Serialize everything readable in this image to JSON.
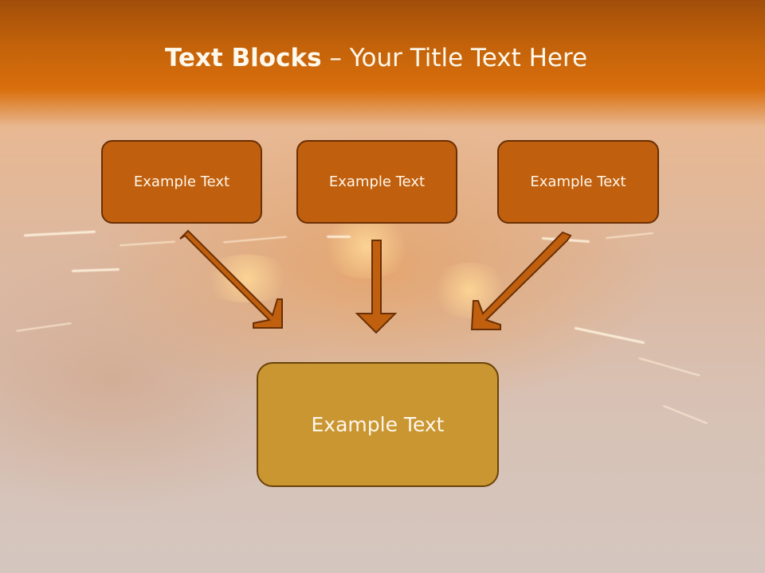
{
  "slide": {
    "title_bold": "Text Blocks",
    "title_dash": " – ",
    "title_rest": "Your Title Text Here",
    "blocks": [
      {
        "label": "Example Text"
      },
      {
        "label": "Example Text"
      },
      {
        "label": "Example Text"
      }
    ],
    "main_block": {
      "label": "Example Text"
    }
  },
  "colors": {
    "header": "#d96e0c",
    "block": "#c0600e",
    "block_border": "#6a2f05",
    "main_block": "#c99632",
    "arrow": "#c0600e",
    "title_text": "#fff8ec"
  }
}
